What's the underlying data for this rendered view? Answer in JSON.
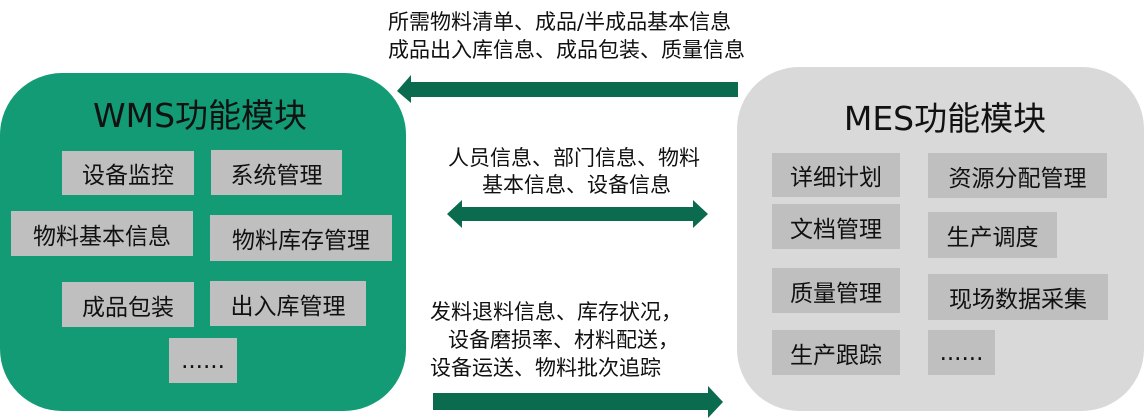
{
  "wms": {
    "title": "WMS功能模块",
    "items": [
      "设备监控",
      "系统管理",
      "物料基本信息",
      "物料库存管理",
      "成品包装",
      "出入库管理",
      "......"
    ]
  },
  "mes": {
    "title": "MES功能模块",
    "items": [
      "详细计划",
      "资源分配管理",
      "文档管理",
      "生产调度",
      "质量管理",
      "现场数据采集",
      "生产跟踪",
      "......"
    ]
  },
  "flows": {
    "mes_to_wms": [
      "所需物料清单、成品/半成品基本信息",
      "成品出入库信息、成品包装、质量信息"
    ],
    "shared": [
      "人员信息、部门信息、物料",
      "基本信息、设备信息"
    ],
    "wms_to_mes": [
      "发料退料信息、库存状况，",
      "设备磨损率、材料配送，",
      "设备运送、物料批次追踪"
    ]
  },
  "colors": {
    "wms": "#129b74",
    "mes": "#d9d9d9",
    "item": "#bfbfbf",
    "arrow": "#0b6b4f"
  }
}
